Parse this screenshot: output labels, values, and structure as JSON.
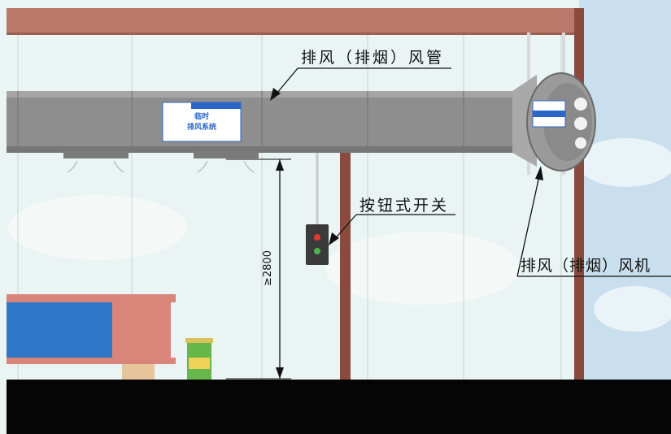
{
  "labels": {
    "duct": "排风（排烟）风管",
    "switch": "按钮式开关",
    "fan": "排风（排烟）风机",
    "height": "≥2800"
  },
  "sign": {
    "line1": "临时",
    "line2": "排风系统"
  },
  "colors": {
    "ceiling": "#b9786a",
    "duct": "#8e8e8e",
    "duct_dark": "#6f6f6f",
    "pillar": "#8a4a3e",
    "floor": "#050505",
    "wall": "#e9f4f3",
    "beam_blue": "#2f78c8",
    "beam_pink": "#d9857a",
    "switch_red": "#e23a2e",
    "switch_green": "#49b84a",
    "sign_blue": "#2b67c6"
  }
}
